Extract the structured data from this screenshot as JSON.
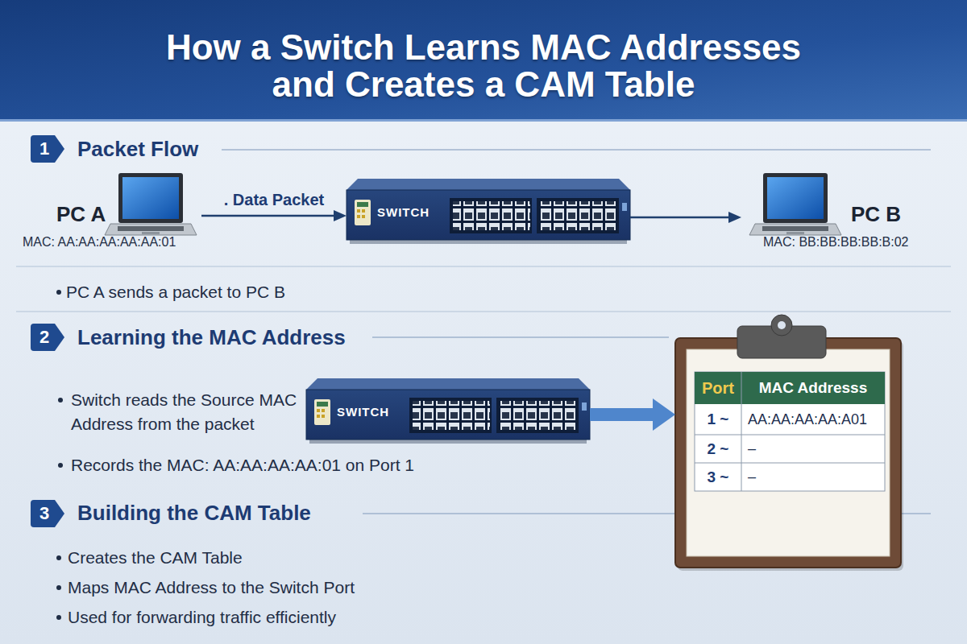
{
  "diagram": {
    "title": "How a Switch Learns MAC Addresses and Creates a CAM Table",
    "nodes": [
      {
        "text": [
          "1"
        ]
      },
      {
        "text": [
          "PC A",
          "MAC: AA:AA:AA:AA:AA:01"
        ]
      },
      {
        "text": [
          "SWITCH"
        ]
      },
      {
        "text": [
          "PC B",
          "MAC: BB:BB:BB:BB:B:02"
        ]
      },
      {
        "text": [
          "2"
        ]
      },
      {
        "text": [
          "SWITCH"
        ]
      },
      {
        "text": [
          "Port",
          "MAC Addresss",
          "1 ~",
          "AA:AA:AA:AA:A01",
          "2 ~",
          "–",
          "3 ~",
          "–"
        ]
      },
      {
        "text": [
          "3"
        ]
      }
    ],
    "edges": [
      {
        "from": 1,
        "to": 2,
        "label": ". Data Packet",
        "arrow": "to"
      },
      {
        "from": 2,
        "to": 3,
        "arrow": "to"
      },
      {
        "from": 5,
        "to": 6,
        "arrow": "to"
      }
    ],
    "labels": [
      "Packet Flow",
      "PC A sends a packet to PC B",
      "Learning the MAC Address",
      "Switch reads the Source MAC Address from the packet",
      "Records the MAC: AA:AA:AA:AA:01 on Port 1",
      "Building the CAM Table",
      "Creates the CAM Table",
      "Maps MAC Address to the Switch Port",
      "Used for forwarding traffic efficiently"
    ]
  }
}
